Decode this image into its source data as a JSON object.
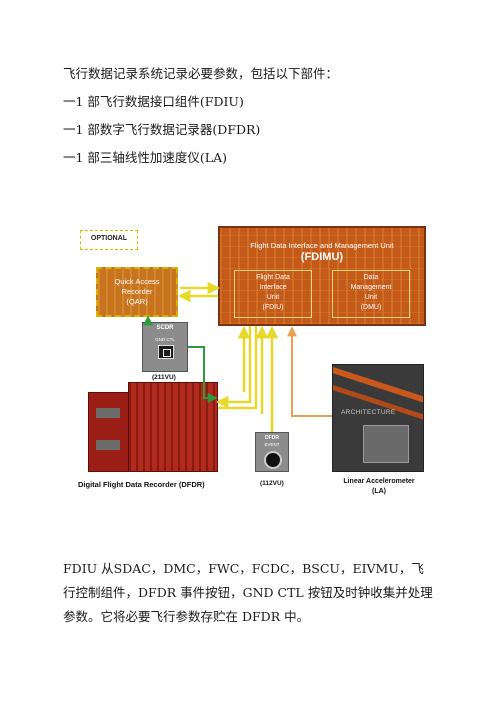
{
  "intro": "飞行数据记录系统记录必要参数，包括以下部件：",
  "components": [
    "一1  部飞行数据接口组件(FDIU)",
    "一1  部数字飞行数据记录器(DFDR)",
    "一1  部三轴线性加速度仪(LA)"
  ],
  "diagram": {
    "optional": "OPTIONAL",
    "fdimu_title": "Flight Data Interface and Management Unit",
    "fdimu_abbr": "(FDIMU)",
    "fdiu": [
      "Flight Data",
      "Interface",
      "Unit",
      "(FDIU)"
    ],
    "dmu": [
      "Data",
      "Management",
      "Unit",
      "(DMU)"
    ],
    "qar": [
      "Quick Access",
      "Recorder",
      "(QAR)"
    ],
    "scdr_label": "SCDR",
    "gnd_ctl": "GND CTL",
    "scdr_panel": "(211VU)",
    "dfdr_label": "Digital Flight Data Recorder (DFDR)",
    "event_label": [
      "DFDR",
      "EVENT"
    ],
    "event_panel": "(112VU)",
    "la_label": [
      "Linear Accelerometer",
      "(LA)"
    ],
    "watermark": "ARCHITECTURE",
    "colors": {
      "fdimu_bg": "#c45a1a",
      "qar_bg": "#c8741f",
      "dfdr_body": "#b02a1e",
      "arrow_yellow": "#f2e63a",
      "arrow_green": "#2e9a3a",
      "arrow_orange": "#e8a050",
      "panel_gray": "#8c8c8c"
    }
  },
  "description": "FDIU 从SDAC，DMC，FWC，FCDC，BSCU，EIVMU，飞行控制组件，DFDR 事件按钮，GND CTL 按钮及时钟收集并处理参数。它将必要飞行参数存贮在 DFDR 中。"
}
